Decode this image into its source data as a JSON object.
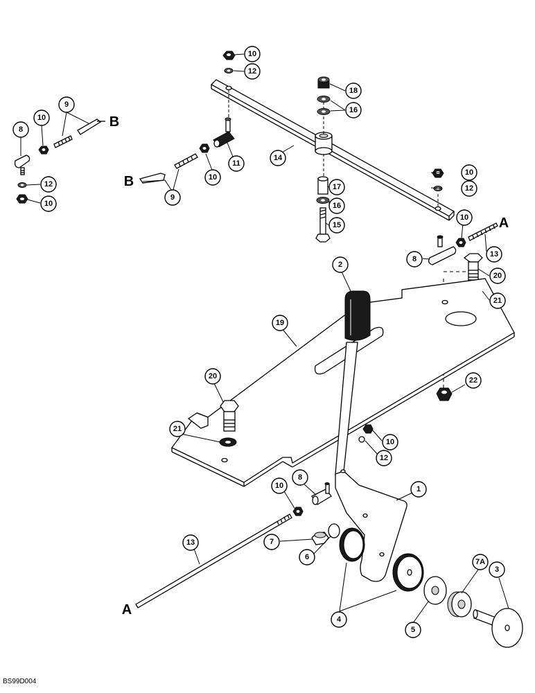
{
  "callouts": {
    "c1": "1",
    "c2": "2",
    "c3": "3",
    "c4": "4",
    "c5": "5",
    "c6": "6",
    "c7": "7",
    "c7a": "7A",
    "c8": "8",
    "c9": "9",
    "c10": "10",
    "c11": "11",
    "c12": "12",
    "c13": "13",
    "c14": "14",
    "c15": "15",
    "c16": "16",
    "c17": "17",
    "c18": "18",
    "c19": "19",
    "c20": "20",
    "c21": "21",
    "c22": "22"
  },
  "connectors": {
    "a": "A",
    "b": "B"
  },
  "figure_code": "BS99D004"
}
